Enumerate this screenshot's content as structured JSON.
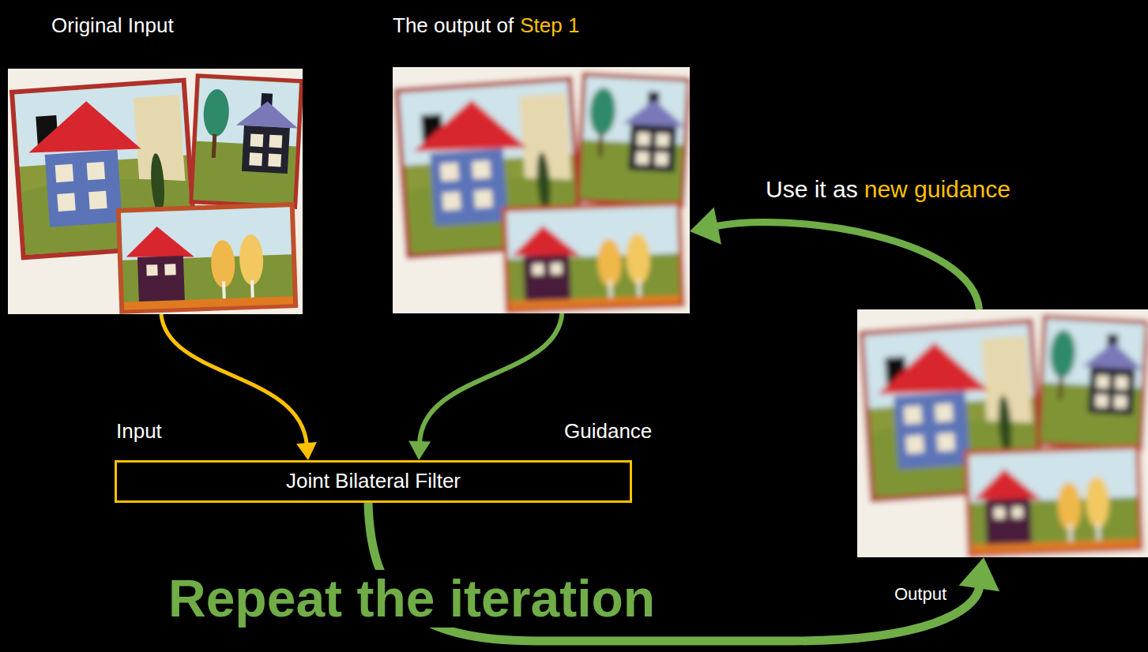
{
  "diagram": {
    "nodes": [
      {
        "text": [
          "Original Input"
        ]
      },
      {
        "text": [
          "The output of",
          "Step 1"
        ]
      },
      {
        "text": [
          "Joint Bilateral Filter"
        ]
      },
      {
        "text": [
          "Output"
        ]
      }
    ],
    "edges": [
      {
        "from": 0,
        "to": 2,
        "arrow": "to",
        "label": "Input"
      },
      {
        "from": 1,
        "to": 2,
        "arrow": "to",
        "label": "Guidance"
      },
      {
        "from": 2,
        "to": 3,
        "arrow": "to",
        "label": "Repeat the iteration"
      },
      {
        "from": 3,
        "to": 1,
        "arrow": "to"
      }
    ],
    "labels": [
      "Use it as",
      "new guidance"
    ]
  }
}
